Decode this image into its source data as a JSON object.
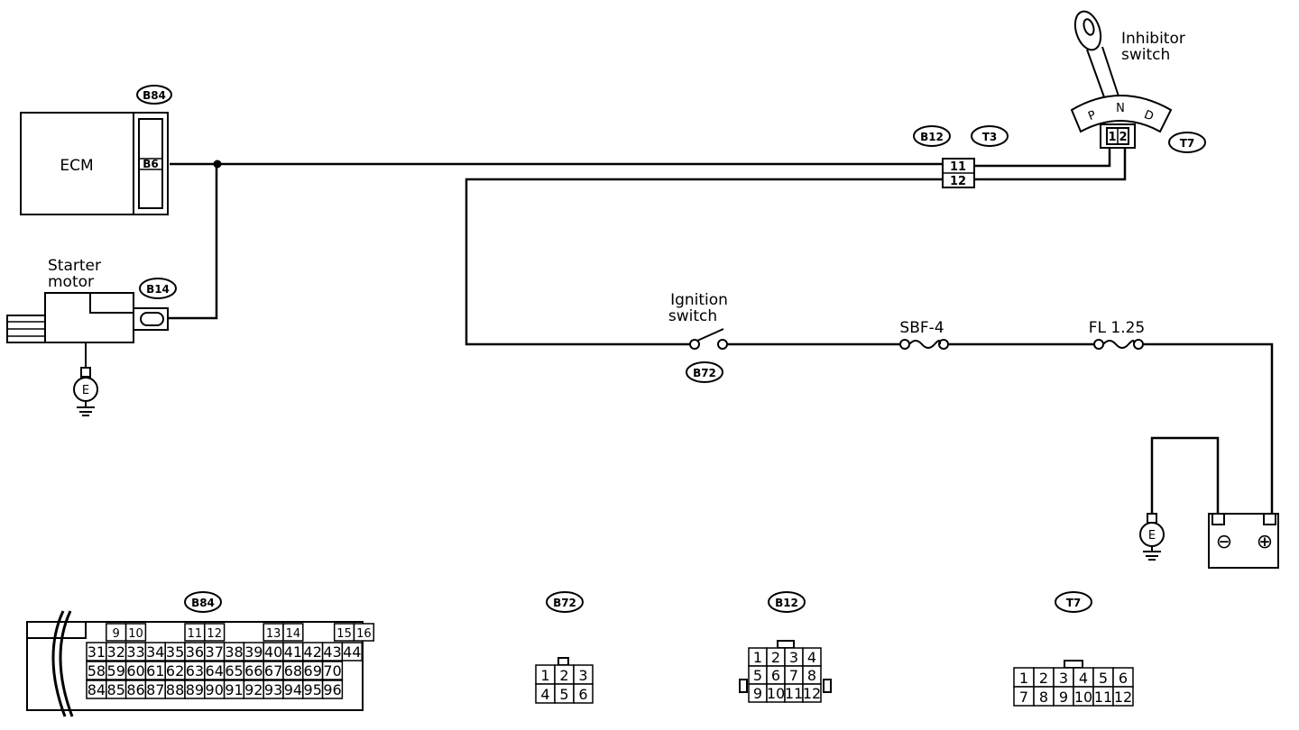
{
  "labels": {
    "ecm": "ECM",
    "ecm_pin": "B6",
    "starter_line1": "Starter",
    "starter_line2": "motor",
    "ground": "E",
    "inhibitor_line1": "Inhibitor",
    "inhibitor_line2": "switch",
    "gear_p": "P",
    "gear_n": "N",
    "gear_d": "D",
    "ignition_line1": "Ignition",
    "ignition_line2": "switch",
    "fuse1": "SBF-4",
    "fuse2": "FL 1.25",
    "battery_neg": "⊖",
    "battery_pos": "⊕",
    "inh_pin_left": "1",
    "inh_pin_right": "2"
  },
  "connector_tags": {
    "b84_top": "B84",
    "b14": "B14",
    "b12_top": "B12",
    "t3": "T3",
    "t7_top": "T7",
    "b72_mid": "B72",
    "b84_bottom": "B84",
    "b72_bottom": "B72",
    "b12_bottom": "B12",
    "t7_bottom": "T7"
  },
  "joint_pins": [
    "11",
    "12"
  ],
  "connectors": {
    "b84": {
      "row1": [
        "9",
        "10",
        "11",
        "12",
        "13",
        "14",
        "15",
        "16"
      ],
      "row2": [
        "31",
        "32",
        "33",
        "34",
        "35",
        "36",
        "37",
        "38",
        "39",
        "40",
        "41",
        "42",
        "43",
        "44"
      ],
      "row3": [
        "58",
        "59",
        "60",
        "61",
        "62",
        "63",
        "64",
        "65",
        "66",
        "67",
        "68",
        "69",
        "70"
      ],
      "row4": [
        "84",
        "85",
        "86",
        "87",
        "88",
        "89",
        "90",
        "91",
        "92",
        "93",
        "94",
        "95",
        "96"
      ]
    },
    "b72": {
      "row1": [
        "1",
        "2",
        "3"
      ],
      "row2": [
        "4",
        "5",
        "6"
      ]
    },
    "b12": {
      "row1": [
        "1",
        "2",
        "3",
        "4"
      ],
      "row2": [
        "5",
        "6",
        "7",
        "8"
      ],
      "row3": [
        "9",
        "10",
        "11",
        "12"
      ]
    },
    "t7": {
      "row1": [
        "1",
        "2",
        "3",
        "4",
        "5",
        "6"
      ],
      "row2": [
        "7",
        "8",
        "9",
        "10",
        "11",
        "12"
      ]
    }
  }
}
